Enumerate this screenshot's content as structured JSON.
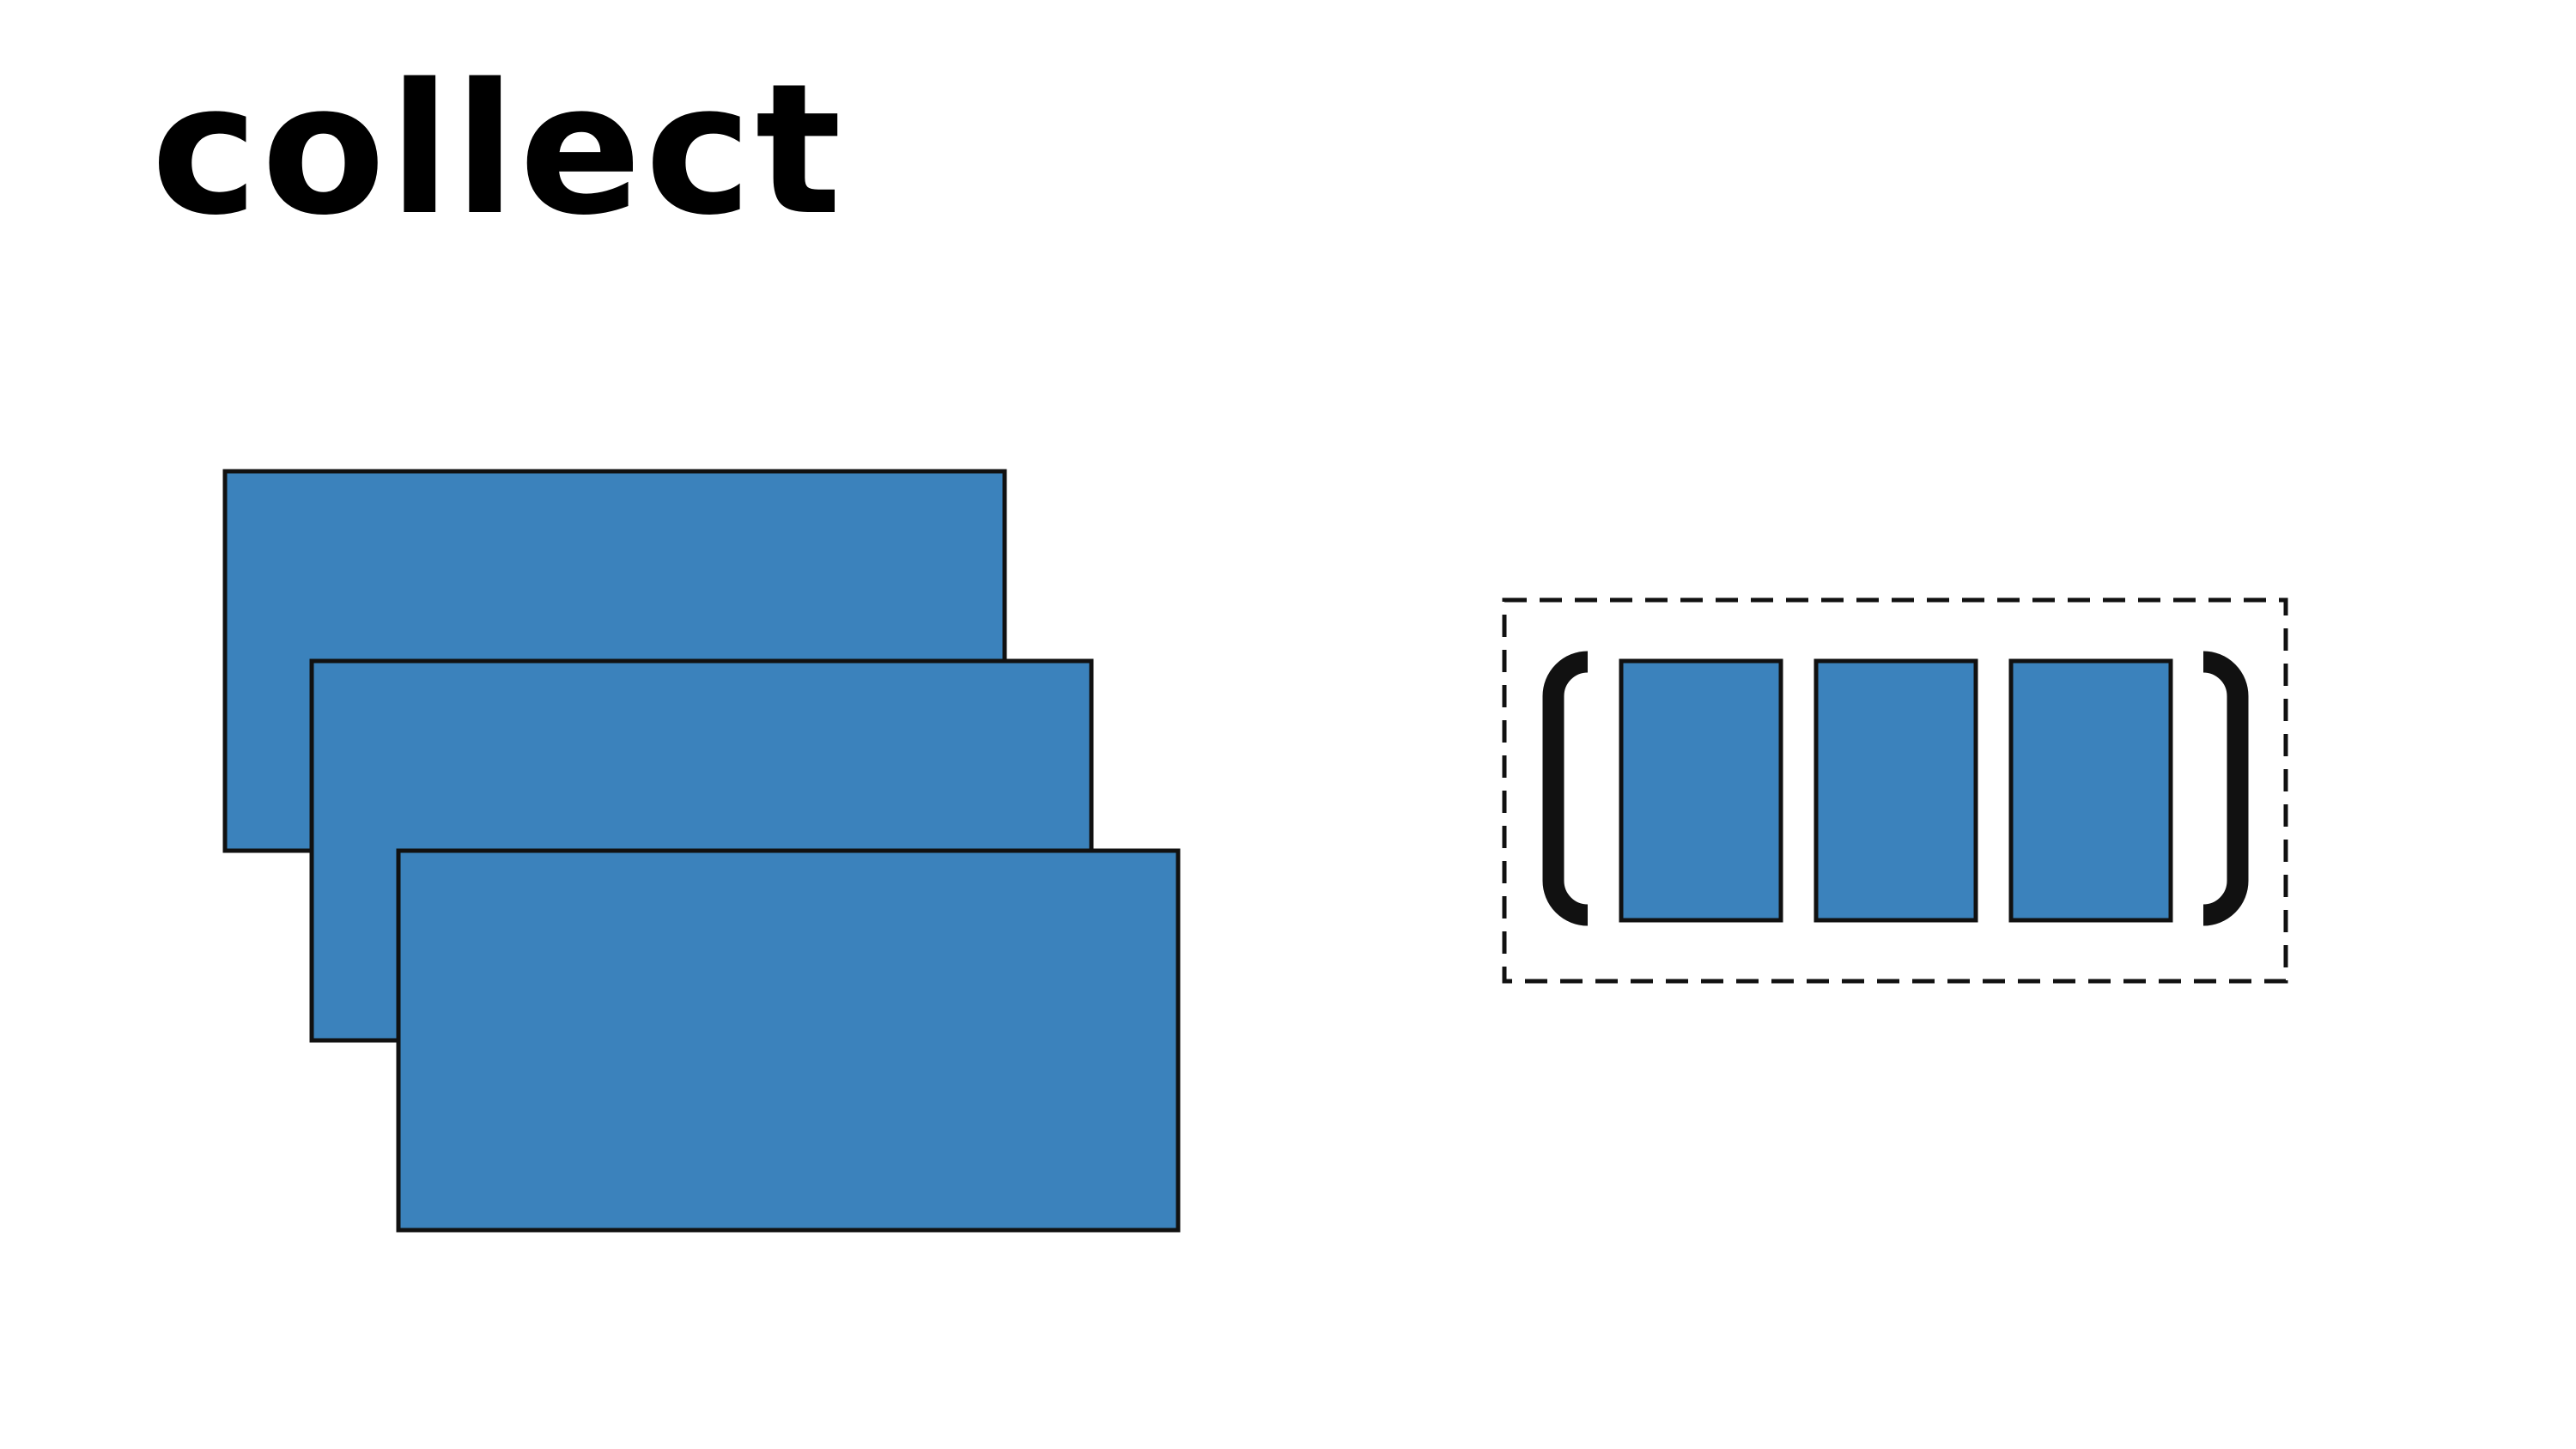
{
  "slide": {
    "title": "collect"
  },
  "colors": {
    "card_fill": "#3b82bc",
    "stroke": "#111111",
    "background": "#ffffff"
  },
  "diagram": {
    "input": {
      "description_items": 3
    },
    "output": {
      "container_style": "dashed",
      "brackets": "parentheses",
      "items": 3
    }
  }
}
